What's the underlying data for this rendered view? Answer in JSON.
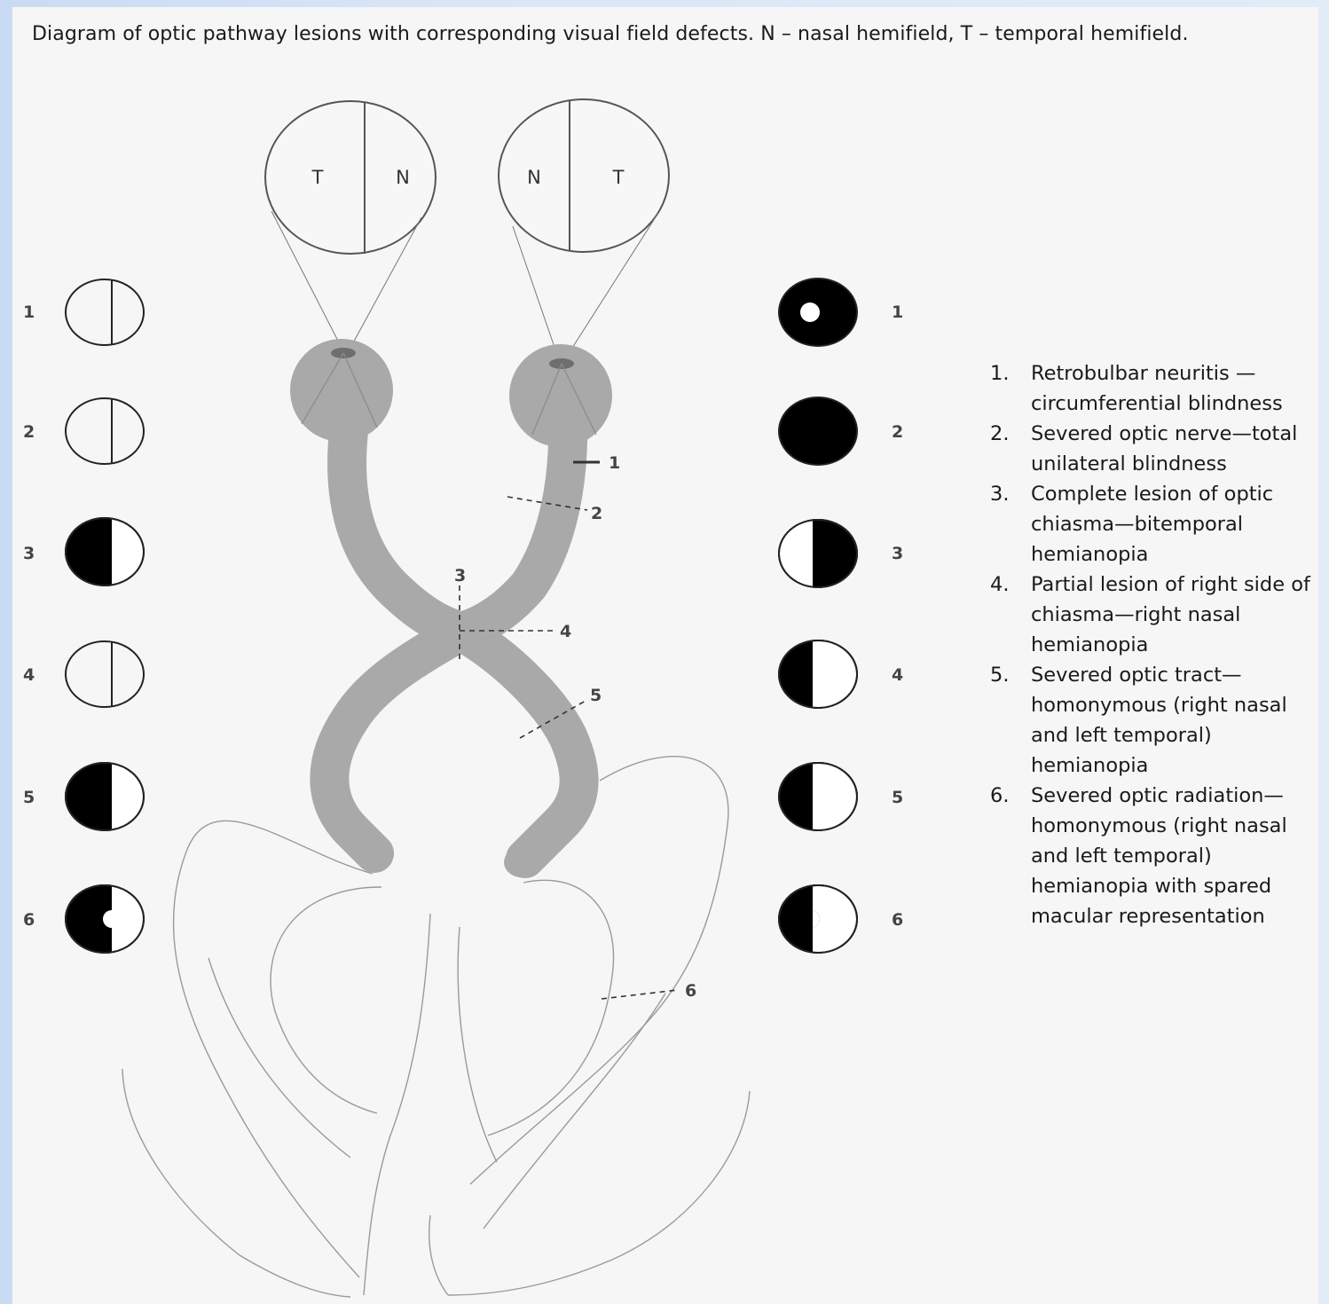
{
  "caption": "Diagram of optic pathway lesions with corresponding visual field defects. N – nasal hemifield, T – temporal hemifield.",
  "field_labels": {
    "left_eye_left": "T",
    "left_eye_right": "N",
    "right_eye_left": "N",
    "right_eye_right": "T"
  },
  "lesion_markers": [
    "1",
    "2",
    "3",
    "4",
    "5",
    "6"
  ],
  "row_numbers": [
    "1",
    "2",
    "3",
    "4",
    "5",
    "6"
  ],
  "legend": [
    {
      "num": "1.",
      "text": "Retrobulbar neuritis — circumferential blindness"
    },
    {
      "num": "2.",
      "text": "Severed optic nerve—total unilateral blindness"
    },
    {
      "num": "3.",
      "text": "Complete lesion of optic chiasma—bitemporal hemianopia"
    },
    {
      "num": "4.",
      "text": "Partial lesion of right side of chiasma—right nasal hemianopia"
    },
    {
      "num": "5.",
      "text": "Severed optic tract— homonymous (right nasal and left temporal) hemianopia"
    },
    {
      "num": "6.",
      "text": "Severed optic radiation— homonymous (right nasal and left temporal) hemianopia with spared macular representation"
    }
  ]
}
